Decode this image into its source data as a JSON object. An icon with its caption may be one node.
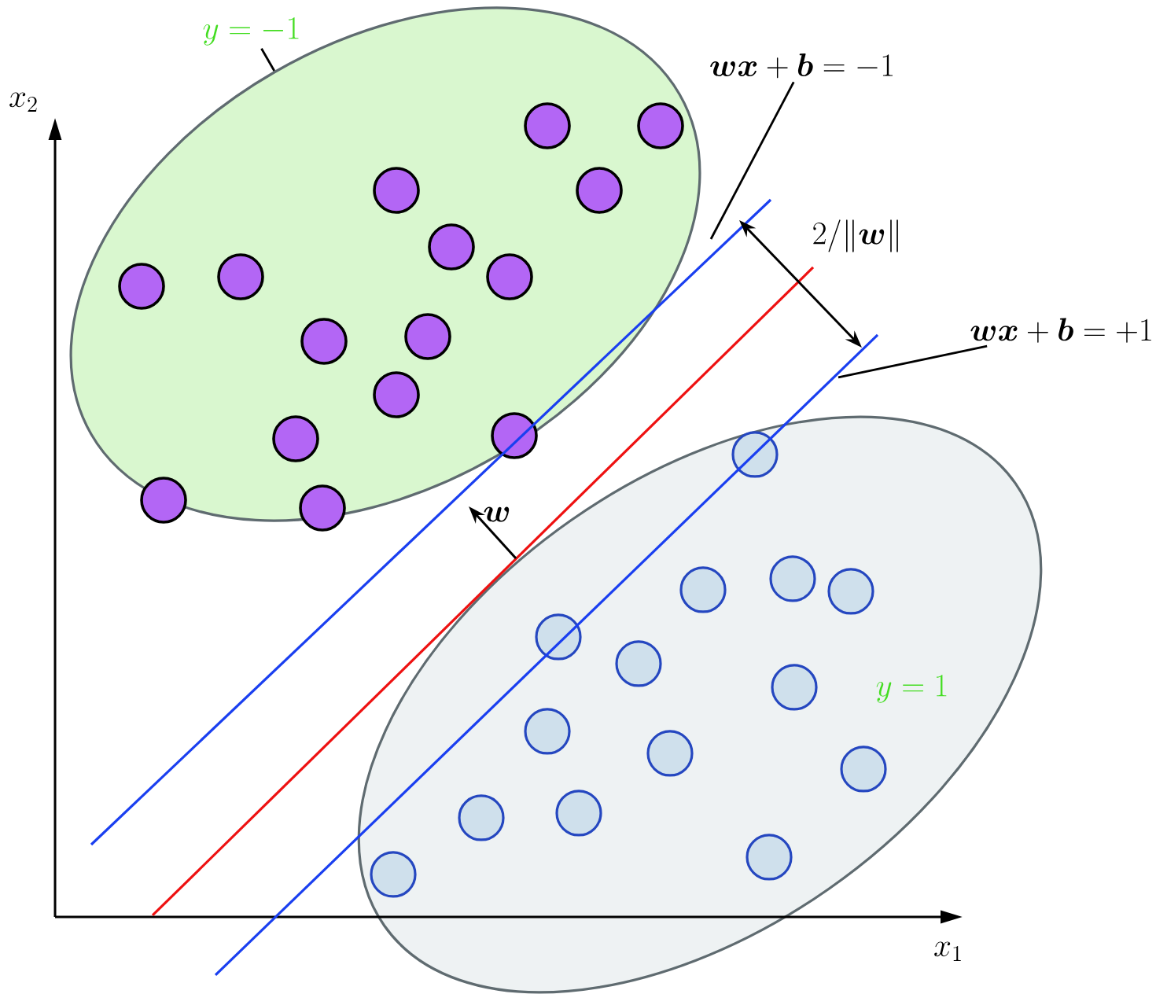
{
  "diagram": {
    "nodes": [
      {
        "text": [
          "y=-1"
        ]
      },
      {
        "text": [],
        "shape": "ellipse"
      },
      {
        "text": [
          "\\boldsymbol{w}\\boldsymbol{x}+\\boldsymbol{b}=-1"
        ]
      },
      {
        "text": [
          "\\boldsymbol{w}\\boldsymbol{x}+\\boldsymbol{b}=+1"
        ]
      },
      {
        "text": [],
        "shape": "ellipse"
      }
    ],
    "edges": [
      {
        "from": 0,
        "to": 1,
        "arrow": "none"
      },
      {
        "from": 2,
        "to": null,
        "arrow": "none"
      },
      {
        "from": 3,
        "to": null,
        "arrow": "none"
      }
    ],
    "labels": [
      "x_2",
      "2/\\|\\boldsymbol{w}\\|",
      "\\boldsymbol{w}",
      "y=1",
      "x_1"
    ]
  }
}
